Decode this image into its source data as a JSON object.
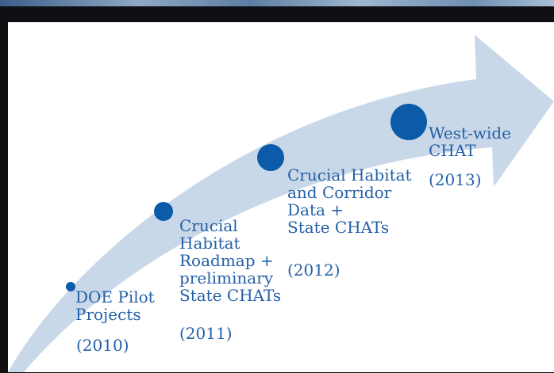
{
  "milestones": [
    {
      "label": "DOE Pilot\nProjects",
      "year": "(2010)"
    },
    {
      "label": "Crucial\nHabitat\nRoadmap +\npreliminary\nState CHATs",
      "year": "(2011)"
    },
    {
      "label": "Crucial Habitat\nand Corridor\nData +\nState CHATs",
      "year": "(2012)"
    },
    {
      "label": "West-wide\nCHAT",
      "year": "(2013)"
    }
  ],
  "colors": {
    "arrow": "#c9d8e8",
    "dot": "#0b5ba8",
    "text": "#2460a8"
  }
}
